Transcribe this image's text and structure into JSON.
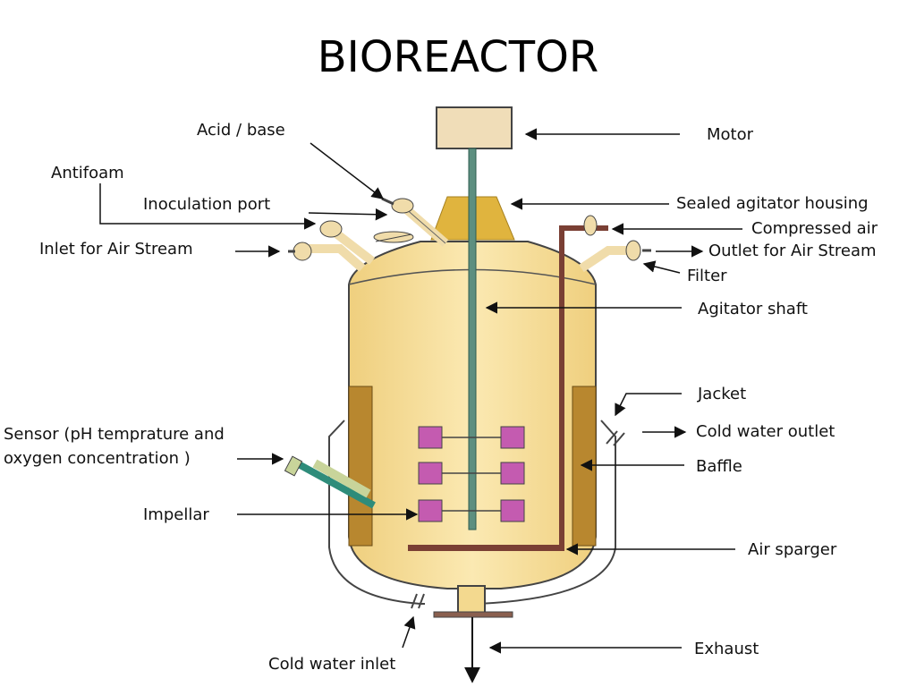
{
  "title": "BIOREACTOR",
  "labels": {
    "acid_base": "Acid / base",
    "antifoam": "Antifoam",
    "inoculation_port": "Inoculation port",
    "inlet_air": "Inlet for Air Stream",
    "motor": "Motor",
    "sealed_housing": "Sealed agitator housing",
    "compressed_air": "Compressed air",
    "outlet_air": "Outlet for Air Stream",
    "filter": "Filter",
    "agitator_shaft": "Agitator shaft",
    "jacket": "Jacket",
    "cold_water_outlet": "Cold water outlet",
    "baffle": "Baffle",
    "sensor_line1": "Sensor (pH temprature and",
    "sensor_line2": "oxygen concentration )",
    "impellar": "Impellar",
    "air_sparger": "Air sparger",
    "exhaust": "Exhaust",
    "cold_water_inlet": "Cold water inlet"
  },
  "colors": {
    "vessel_fill": "#f3d98f",
    "vessel_light": "#fbebb8",
    "housing": "#e0b43e",
    "motor": "#f0ddb8",
    "shaft": "#5d8f80",
    "impeller": "#c45bb0",
    "baffle": "#b8872f",
    "sparger": "#7a3f34",
    "sensor": "#2e8c7a",
    "port": "#f0dcaa"
  }
}
